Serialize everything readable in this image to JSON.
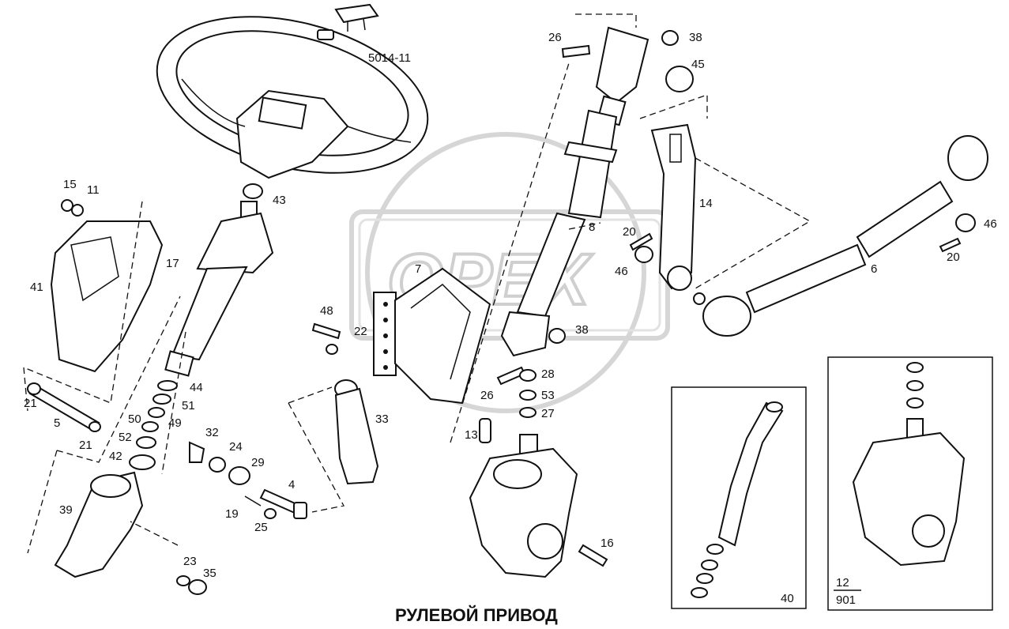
{
  "diagram": {
    "title": "РУЛЕВОЙ ПРИВОД",
    "watermark": "OPEX",
    "model_code": "5014-11",
    "inset_right_number": "12",
    "inset_right_sub": "901",
    "inset_left_number": "40",
    "callouts": {
      "c26a": "26",
      "c38a": "38",
      "c45": "45",
      "c14": "14",
      "c46a": "46",
      "c20a": "20",
      "c6": "6",
      "c46b": "46",
      "c20b": "20",
      "c8": "8",
      "c7": "7",
      "c48": "48",
      "c22": "22",
      "c38b": "38",
      "c28": "28",
      "c26b": "26",
      "c53": "53",
      "c27": "27",
      "c13": "13",
      "c16": "16",
      "c33": "33",
      "c15": "15",
      "c11": "11",
      "c43": "43",
      "c17": "17",
      "c41": "41",
      "c21a": "21",
      "c5": "5",
      "c21b": "21",
      "c44": "44",
      "c51": "51",
      "c50": "50",
      "c49": "49",
      "c52": "52",
      "c42": "42",
      "c32": "32",
      "c24": "24",
      "c29": "29",
      "c4": "4",
      "c19": "19",
      "c25": "25",
      "c39": "39",
      "c23": "23",
      "c35": "35"
    },
    "colors": {
      "line": "#111111",
      "watermark": "#d6d6d6",
      "background": "#ffffff"
    }
  }
}
